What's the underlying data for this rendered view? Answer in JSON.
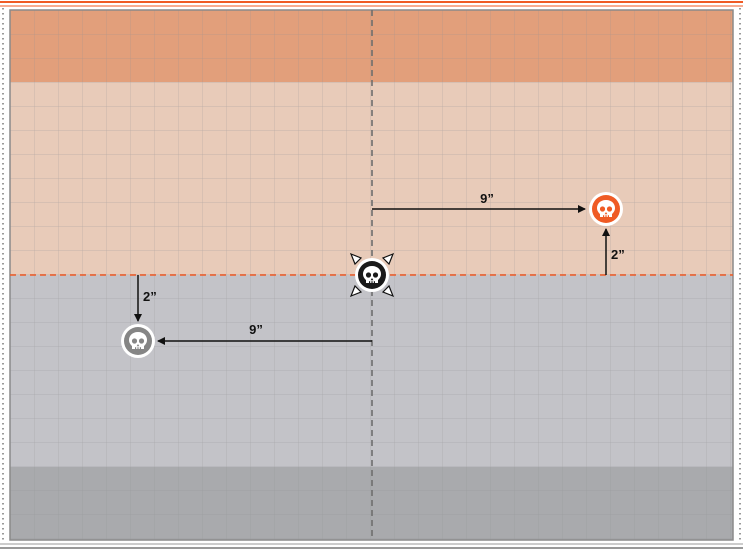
{
  "colors": {
    "deploy_zone_dark": "#e29f7b",
    "deploy_zone_light": "#e8cbb9",
    "no_mans_land": "#c3c3c8",
    "home_zone": "#a9aaad",
    "grid_line": "#8f8f93",
    "accent_orange": "#ef5b25",
    "marker_black": "#1a1a1a",
    "marker_grey": "#858585"
  },
  "icons": {
    "center_marker": "skull-icon",
    "orange_marker": "skull-icon",
    "grey_marker": "skull-icon"
  },
  "measurements": {
    "orange_horizontal": "9”",
    "orange_vertical": "2”",
    "grey_horizontal": "9”",
    "grey_vertical": "2”"
  }
}
